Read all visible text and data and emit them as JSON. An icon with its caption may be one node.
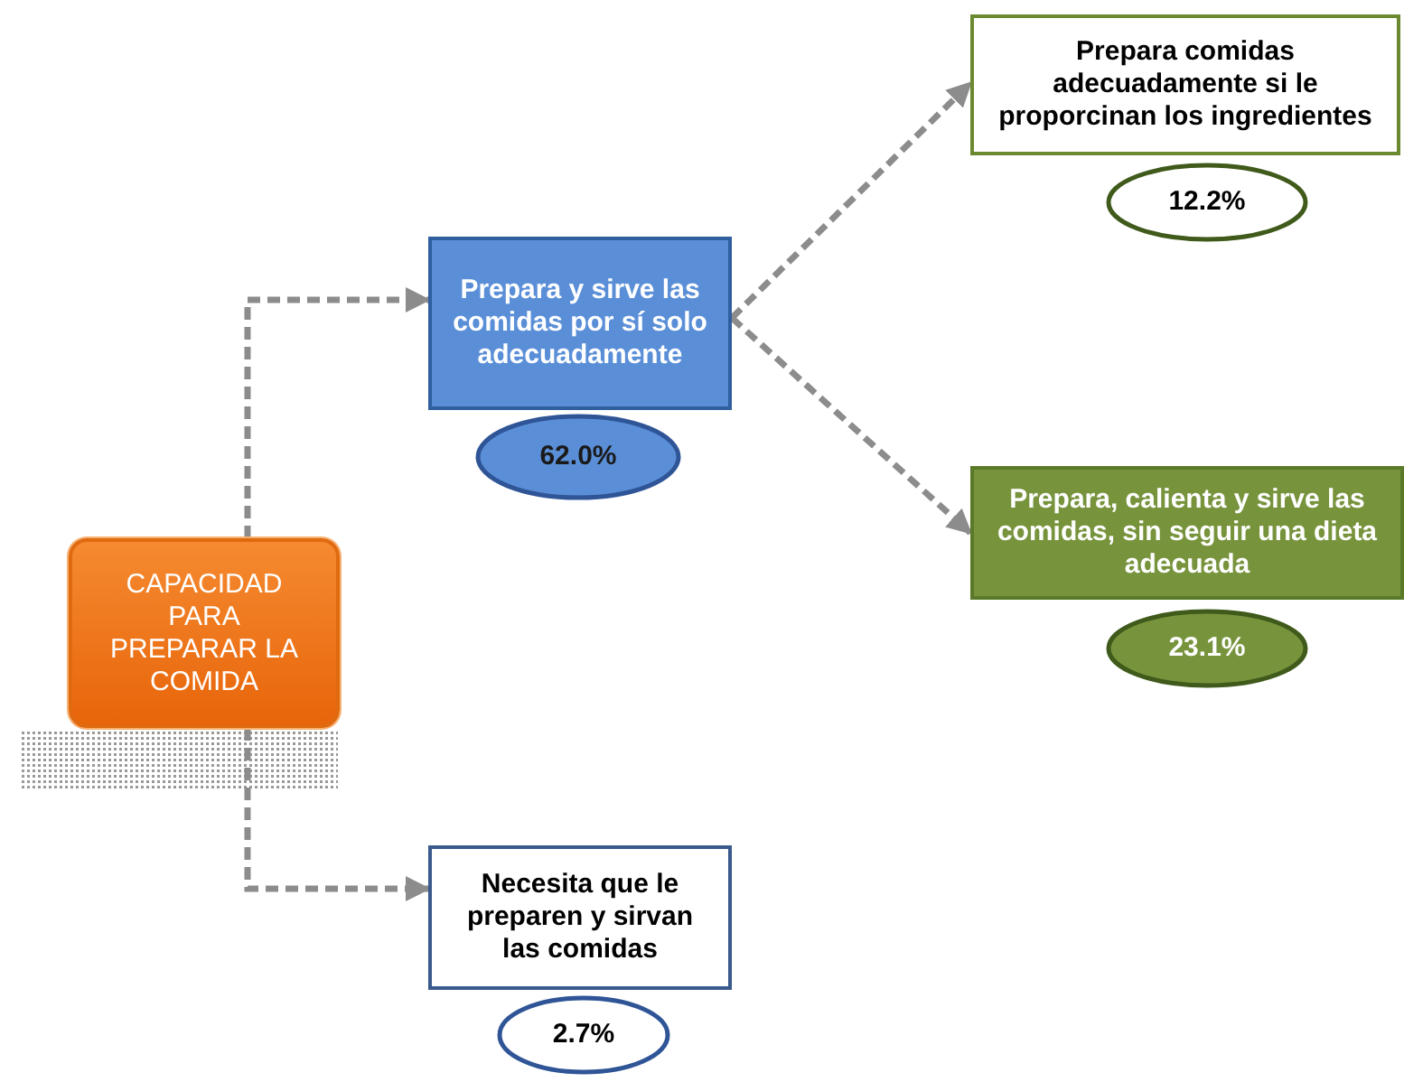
{
  "diagram": {
    "nodes": [
      {
        "text": [
          "CAPACIDAD PARA PREPARAR LA COMIDA"
        ]
      },
      {
        "text": [
          "Prepara y sirve las comidas por sí solo adecuadamente"
        ]
      },
      {
        "text": [
          "62.0%"
        ]
      },
      {
        "text": [
          "Prepara comidas adecuadamente si le proporcinan los ingredientes"
        ]
      },
      {
        "text": [
          "12.2%"
        ]
      },
      {
        "text": [
          "Prepara, calienta y sirve las comidas, sin seguir una dieta adecuada"
        ]
      },
      {
        "text": [
          "23.1%"
        ]
      },
      {
        "text": [
          "Necesita que le preparen y sirvan las comidas"
        ]
      },
      {
        "text": [
          "2.7%"
        ]
      }
    ],
    "edges": [
      {
        "from": 0,
        "to": 1,
        "arrow": "to",
        "style": "dashed"
      },
      {
        "from": 0,
        "to": 7,
        "arrow": "to",
        "style": "dashed"
      },
      {
        "from": 1,
        "to": 3,
        "arrow": "to",
        "style": "dashed"
      },
      {
        "from": 1,
        "to": 5,
        "arrow": "to",
        "style": "dashed"
      }
    ]
  }
}
